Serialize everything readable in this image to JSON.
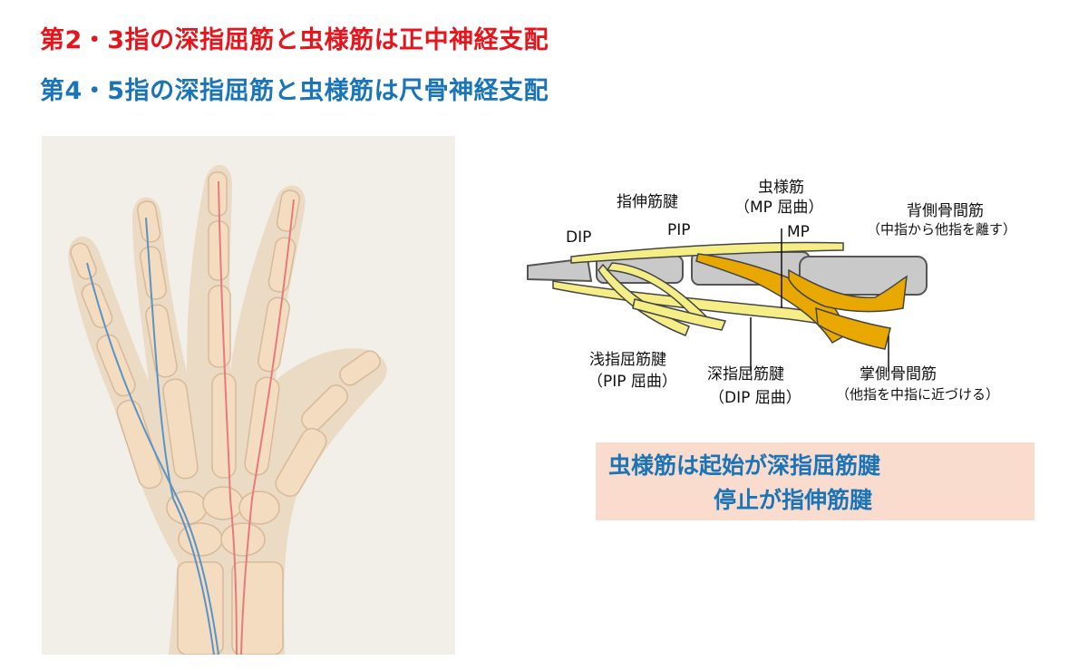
{
  "colors": {
    "red": "#e8141b",
    "blue": "#1a74b8",
    "tendon": "#f5ee86",
    "muscle": "#e8a800",
    "bone": "#c9c9c9",
    "note_bg": "#f9dccd"
  },
  "headings": [
    {
      "text": "第2・3指の深指屈筋と虫様筋は正中神経支配",
      "color": "red"
    },
    {
      "text": "第4・5指の深指屈筋と虫様筋は尺骨神経支配",
      "color": "blue"
    }
  ],
  "finger_diagram": {
    "labels": {
      "extensor_tendon": "指伸筋腱",
      "lumbrical": "虫様筋",
      "lumbrical_action": "（MP 屈曲）",
      "dorsal_interossei": "背側骨間筋",
      "dorsal_interossei_action": "（中指から他指を離す）",
      "dip": "DIP",
      "pip": "PIP",
      "mp": "MP",
      "fds": "浅指屈筋腱",
      "fds_action": "（PIP 屈曲）",
      "fdp": "深指屈筋腱",
      "fdp_action": "（DIP 屈曲）",
      "palmar_interossei": "掌側骨間筋",
      "palmar_interossei_action": "（他指を中指に近づける）"
    }
  },
  "note": {
    "line1": "虫様筋は起始が深指屈筋腱",
    "line2": "停止が指伸筋腱"
  }
}
